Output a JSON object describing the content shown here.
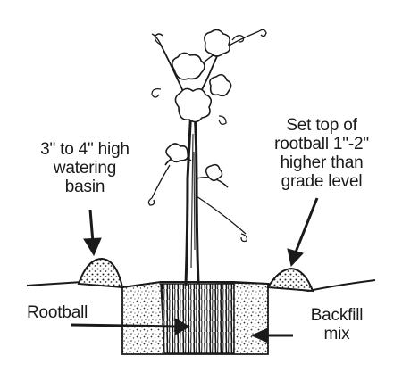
{
  "labels": {
    "watering_basin": "3\" to 4\" high\nwatering\nbasin",
    "set_top": "Set top of\nrootball 1\"-2\"\nhigher than\ngrade level",
    "rootball": "Rootball",
    "backfill": "Backfill\nmix"
  },
  "colors": {
    "ink": "#1a1a1a",
    "paper": "#ffffff"
  },
  "icons": {
    "tree": "tree-sapling-icon",
    "basin": "soil-mound-icon"
  }
}
